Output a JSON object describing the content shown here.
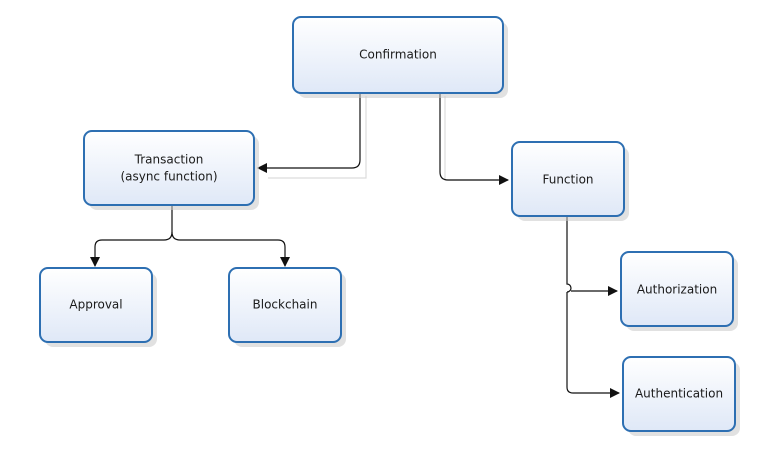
{
  "diagram": {
    "type": "hierarchy",
    "nodes": {
      "confirmation": {
        "label": "Confirmation"
      },
      "transaction": {
        "label_line1": "Transaction",
        "label_line2": "(async function)"
      },
      "function": {
        "label": "Function"
      },
      "approval": {
        "label": "Approval"
      },
      "blockchain": {
        "label": "Blockchain"
      },
      "authorization": {
        "label": "Authorization"
      },
      "authentication": {
        "label": "Authentication"
      }
    },
    "edges": [
      {
        "from": "Confirmation",
        "to": "Transaction"
      },
      {
        "from": "Confirmation",
        "to": "Function"
      },
      {
        "from": "Transaction",
        "to": "Approval"
      },
      {
        "from": "Transaction",
        "to": "Blockchain"
      },
      {
        "from": "Function",
        "to": "Authorization"
      },
      {
        "from": "Function",
        "to": "Authentication"
      }
    ],
    "colors": {
      "box_border": "#2d6fb2",
      "box_fill_top": "#ffffff",
      "box_fill_bottom": "#dfe8f7",
      "connector": "#111111"
    }
  }
}
